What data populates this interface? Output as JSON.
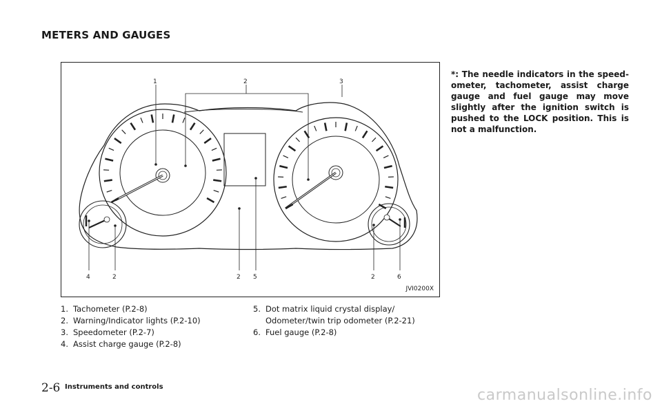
{
  "section_title": "METERS AND GAUGES",
  "figure": {
    "id": "JVI0200X",
    "callout_labels": {
      "top": [
        "1",
        "2",
        "3"
      ],
      "bottom": [
        "4",
        "2",
        "2",
        "5",
        "2",
        "6"
      ]
    }
  },
  "legend_left": [
    {
      "num": "1.",
      "text": "Tachometer (P.2-8)"
    },
    {
      "num": "2.",
      "text": "Warning/Indicator lights (P.2-10)"
    },
    {
      "num": "3.",
      "text": "Speedometer (P.2-7)"
    },
    {
      "num": "4.",
      "text": "Assist charge gauge (P.2-8)"
    }
  ],
  "legend_right": [
    {
      "num": "5.",
      "text": "Dot matrix liquid crystal display/ Odometer/twin trip odometer (P.2-21)"
    },
    {
      "num": "6.",
      "text": "Fuel gauge (P.2-8)"
    }
  ],
  "note": "*: The needle indicators in the speed-ometer, tachometer, assist charge gauge and fuel gauge may move slightly after the ignition switch is pushed to the LOCK position. This is not a malfunction.",
  "footer": {
    "page": "2-6",
    "chapter": "Instruments and controls"
  },
  "watermark": "carmanualsonline.info"
}
